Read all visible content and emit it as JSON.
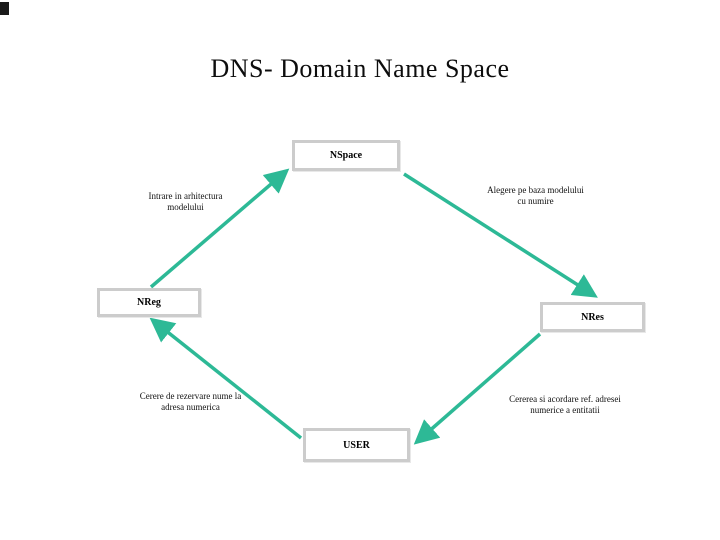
{
  "slide": {
    "title": "DNS- Domain Name Space"
  },
  "colors": {
    "accent": "#2db996",
    "box_border": "#cccccc",
    "text": "#000000"
  },
  "diagram": {
    "nodes": [
      {
        "id": "nspace",
        "label": "NSpace"
      },
      {
        "id": "nreg",
        "label": "NReg"
      },
      {
        "id": "nres",
        "label": "NRes"
      },
      {
        "id": "user",
        "label": "USER"
      }
    ],
    "edges": [
      {
        "from": "NReg",
        "to": "NSpace",
        "label": "Intrare in arhitectura\nmodelului"
      },
      {
        "from": "NSpace",
        "to": "NRes",
        "label": "Alegere pe baza modelului\ncu numire"
      },
      {
        "from": "USER",
        "to": "NReg",
        "label": "Cerere de rezervare nume la\nadresa numerica"
      },
      {
        "from": "NRes",
        "to": "USER",
        "label": "Cererea si acordare ref. adresei\nnumerice a entitatii"
      }
    ]
  }
}
